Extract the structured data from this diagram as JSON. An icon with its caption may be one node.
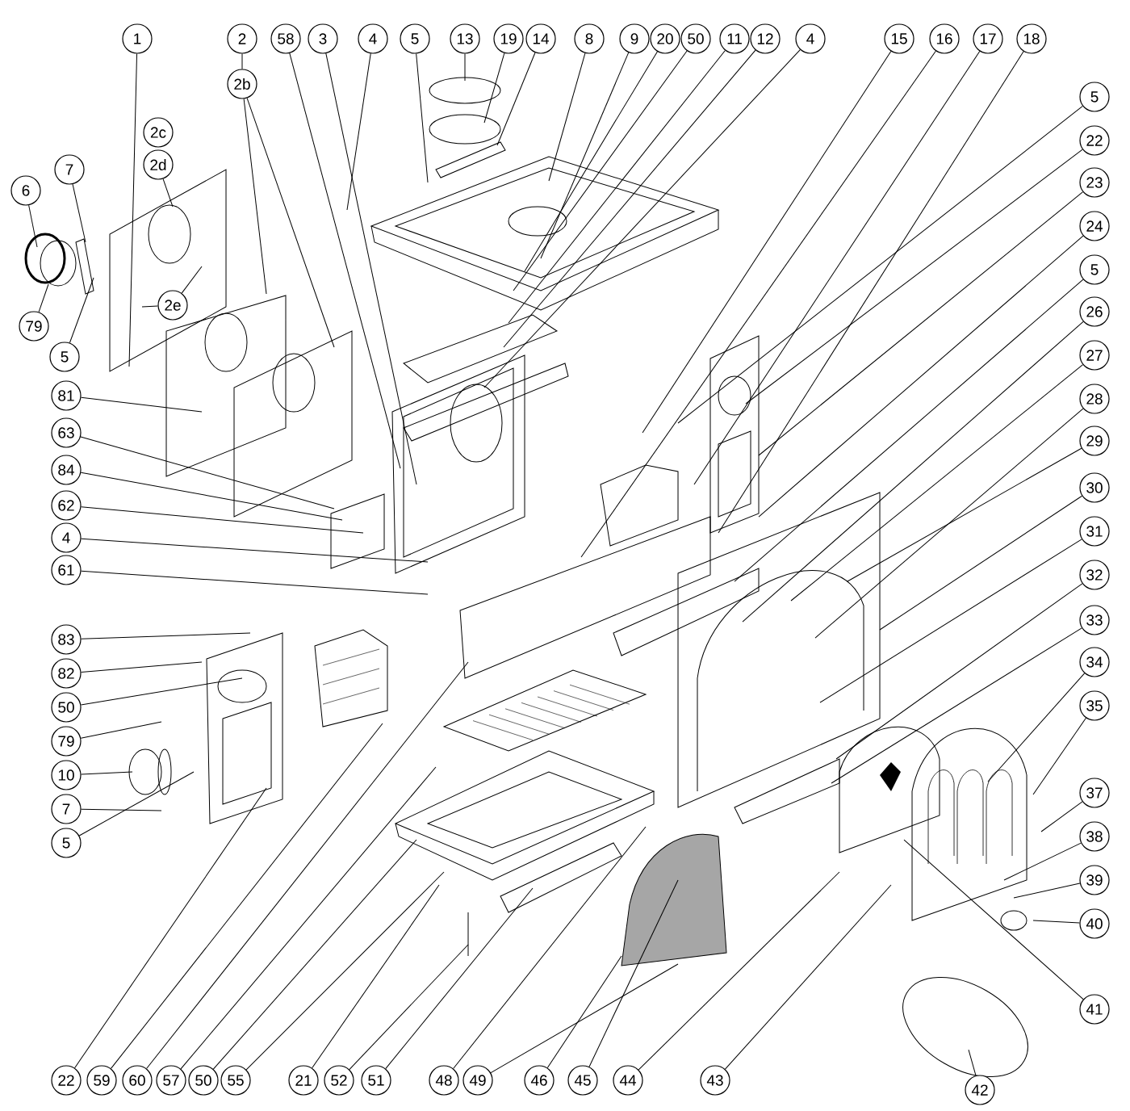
{
  "diagram": {
    "nodes": [
      {
        "text": [
          "1"
        ]
      },
      {
        "text": [
          "2"
        ]
      },
      {
        "text": [
          "58"
        ]
      },
      {
        "text": [
          "3"
        ]
      },
      {
        "text": [
          "4"
        ]
      },
      {
        "text": [
          "5"
        ]
      },
      {
        "text": [
          "13"
        ]
      },
      {
        "text": [
          "19"
        ]
      },
      {
        "text": [
          "14"
        ]
      },
      {
        "text": [
          "8"
        ]
      },
      {
        "text": [
          "9"
        ]
      },
      {
        "text": [
          "20"
        ]
      },
      {
        "text": [
          "50"
        ]
      },
      {
        "text": [
          "11"
        ]
      },
      {
        "text": [
          "12"
        ]
      },
      {
        "text": [
          "4"
        ]
      },
      {
        "text": [
          "15"
        ]
      },
      {
        "text": [
          "16"
        ]
      },
      {
        "text": [
          "17"
        ]
      },
      {
        "text": [
          "18"
        ]
      },
      {
        "text": [
          "2b"
        ]
      },
      {
        "text": [
          "2c"
        ]
      },
      {
        "text": [
          "2d"
        ]
      },
      {
        "text": [
          "6"
        ]
      },
      {
        "text": [
          "7"
        ]
      },
      {
        "text": [
          "2e"
        ]
      },
      {
        "text": [
          "79"
        ]
      },
      {
        "text": [
          "5"
        ]
      },
      {
        "text": [
          "81"
        ]
      },
      {
        "text": [
          "63"
        ]
      },
      {
        "text": [
          "84"
        ]
      },
      {
        "text": [
          "62"
        ]
      },
      {
        "text": [
          "4"
        ]
      },
      {
        "text": [
          "61"
        ]
      },
      {
        "text": [
          "83"
        ]
      },
      {
        "text": [
          "82"
        ]
      },
      {
        "text": [
          "50"
        ]
      },
      {
        "text": [
          "79"
        ]
      },
      {
        "text": [
          "10"
        ]
      },
      {
        "text": [
          "7"
        ]
      },
      {
        "text": [
          "5"
        ]
      },
      {
        "text": [
          "5"
        ]
      },
      {
        "text": [
          "22"
        ]
      },
      {
        "text": [
          "23"
        ]
      },
      {
        "text": [
          "24"
        ]
      },
      {
        "text": [
          "5"
        ]
      },
      {
        "text": [
          "26"
        ]
      },
      {
        "text": [
          "27"
        ]
      },
      {
        "text": [
          "28"
        ]
      },
      {
        "text": [
          "29"
        ]
      },
      {
        "text": [
          "30"
        ]
      },
      {
        "text": [
          "31"
        ]
      },
      {
        "text": [
          "32"
        ]
      },
      {
        "text": [
          "33"
        ]
      },
      {
        "text": [
          "34"
        ]
      },
      {
        "text": [
          "35"
        ]
      },
      {
        "text": [
          "37"
        ]
      },
      {
        "text": [
          "38"
        ]
      },
      {
        "text": [
          "39"
        ]
      },
      {
        "text": [
          "40"
        ]
      },
      {
        "text": [
          "41"
        ]
      },
      {
        "text": [
          "22"
        ]
      },
      {
        "text": [
          "59"
        ]
      },
      {
        "text": [
          "60"
        ]
      },
      {
        "text": [
          "57"
        ]
      },
      {
        "text": [
          "50"
        ]
      },
      {
        "text": [
          "55"
        ]
      },
      {
        "text": [
          "21"
        ]
      },
      {
        "text": [
          "52"
        ]
      },
      {
        "text": [
          "51"
        ]
      },
      {
        "text": [
          "48"
        ]
      },
      {
        "text": [
          "49"
        ]
      },
      {
        "text": [
          "46"
        ]
      },
      {
        "text": [
          "45"
        ]
      },
      {
        "text": [
          "44"
        ]
      },
      {
        "text": [
          "43"
        ]
      },
      {
        "text": [
          "42"
        ]
      }
    ],
    "edges": [
      {
        "from": 0,
        "to": null,
        "arrow": "none"
      },
      {
        "from": 1,
        "to": 20,
        "arrow": "none"
      },
      {
        "from": 2,
        "to": null,
        "arrow": "none"
      },
      {
        "from": 3,
        "to": null,
        "arrow": "none"
      },
      {
        "from": 4,
        "to": null,
        "arrow": "none"
      },
      {
        "from": 5,
        "to": null,
        "arrow": "none"
      },
      {
        "from": 6,
        "to": null,
        "arrow": "none"
      },
      {
        "from": 7,
        "to": null,
        "arrow": "none"
      },
      {
        "from": 8,
        "to": null,
        "arrow": "none"
      },
      {
        "from": 9,
        "to": null,
        "arrow": "none"
      },
      {
        "from": 10,
        "to": null,
        "arrow": "none"
      },
      {
        "from": 11,
        "to": null,
        "arrow": "none"
      },
      {
        "from": 12,
        "to": null,
        "arrow": "none"
      },
      {
        "from": 13,
        "to": null,
        "arrow": "none"
      },
      {
        "from": 14,
        "to": null,
        "arrow": "none"
      },
      {
        "from": 15,
        "to": null,
        "arrow": "none"
      },
      {
        "from": 16,
        "to": null,
        "arrow": "none"
      },
      {
        "from": 17,
        "to": null,
        "arrow": "none"
      },
      {
        "from": 18,
        "to": null,
        "arrow": "none"
      },
      {
        "from": 19,
        "to": null,
        "arrow": "none"
      },
      {
        "from": 20,
        "to": null,
        "arrow": "none"
      },
      {
        "from": 20,
        "to": null,
        "arrow": "none"
      },
      {
        "from": 22,
        "to": null,
        "arrow": "none"
      },
      {
        "from": 23,
        "to": null,
        "arrow": "none"
      },
      {
        "from": 24,
        "to": null,
        "arrow": "none"
      },
      {
        "from": 25,
        "to": null,
        "arrow": "none"
      },
      {
        "from": 25,
        "to": null,
        "arrow": "none"
      },
      {
        "from": 26,
        "to": null,
        "arrow": "none"
      },
      {
        "from": 27,
        "to": null,
        "arrow": "none"
      },
      {
        "from": 28,
        "to": null,
        "arrow": "none"
      },
      {
        "from": 29,
        "to": null,
        "arrow": "none"
      },
      {
        "from": 30,
        "to": null,
        "arrow": "none"
      },
      {
        "from": 31,
        "to": null,
        "arrow": "none"
      },
      {
        "from": 32,
        "to": null,
        "arrow": "none"
      },
      {
        "from": 33,
        "to": null,
        "arrow": "none"
      },
      {
        "from": 34,
        "to": null,
        "arrow": "none"
      },
      {
        "from": 35,
        "to": null,
        "arrow": "none"
      },
      {
        "from": 36,
        "to": null,
        "arrow": "none"
      },
      {
        "from": 37,
        "to": null,
        "arrow": "none"
      },
      {
        "from": 38,
        "to": null,
        "arrow": "none"
      },
      {
        "from": 39,
        "to": null,
        "arrow": "none"
      },
      {
        "from": 40,
        "to": null,
        "arrow": "none"
      },
      {
        "from": 41,
        "to": null,
        "arrow": "none"
      },
      {
        "from": 42,
        "to": null,
        "arrow": "none"
      },
      {
        "from": 43,
        "to": null,
        "arrow": "none"
      },
      {
        "from": 44,
        "to": null,
        "arrow": "none"
      },
      {
        "from": 45,
        "to": null,
        "arrow": "none"
      },
      {
        "from": 46,
        "to": null,
        "arrow": "none"
      },
      {
        "from": 47,
        "to": null,
        "arrow": "none"
      },
      {
        "from": 48,
        "to": null,
        "arrow": "none"
      },
      {
        "from": 49,
        "to": null,
        "arrow": "none"
      },
      {
        "from": 50,
        "to": null,
        "arrow": "none"
      },
      {
        "from": 51,
        "to": null,
        "arrow": "none"
      },
      {
        "from": 52,
        "to": null,
        "arrow": "none"
      },
      {
        "from": 53,
        "to": null,
        "arrow": "none"
      },
      {
        "from": 54,
        "to": null,
        "arrow": "none"
      },
      {
        "from": 55,
        "to": null,
        "arrow": "none"
      },
      {
        "from": 56,
        "to": null,
        "arrow": "none"
      },
      {
        "from": 57,
        "to": null,
        "arrow": "none"
      },
      {
        "from": 58,
        "to": null,
        "arrow": "none"
      },
      {
        "from": 59,
        "to": null,
        "arrow": "none"
      },
      {
        "from": 60,
        "to": null,
        "arrow": "none"
      },
      {
        "from": 61,
        "to": null,
        "arrow": "none"
      },
      {
        "from": 62,
        "to": null,
        "arrow": "none"
      },
      {
        "from": 63,
        "to": null,
        "arrow": "none"
      },
      {
        "from": 64,
        "to": null,
        "arrow": "none"
      },
      {
        "from": 65,
        "to": null,
        "arrow": "none"
      },
      {
        "from": 66,
        "to": null,
        "arrow": "none"
      },
      {
        "from": 67,
        "to": null,
        "arrow": "none"
      },
      {
        "from": 68,
        "to": null,
        "arrow": "none"
      },
      {
        "from": 69,
        "to": null,
        "arrow": "none"
      },
      {
        "from": 70,
        "to": null,
        "arrow": "none"
      },
      {
        "from": 71,
        "to": null,
        "arrow": "none"
      },
      {
        "from": 72,
        "to": null,
        "arrow": "none"
      },
      {
        "from": 73,
        "to": null,
        "arrow": "none"
      },
      {
        "from": 74,
        "to": null,
        "arrow": "none"
      },
      {
        "from": 75,
        "to": null,
        "arrow": "none"
      },
      {
        "from": 76,
        "to": null,
        "arrow": "none"
      }
    ]
  }
}
